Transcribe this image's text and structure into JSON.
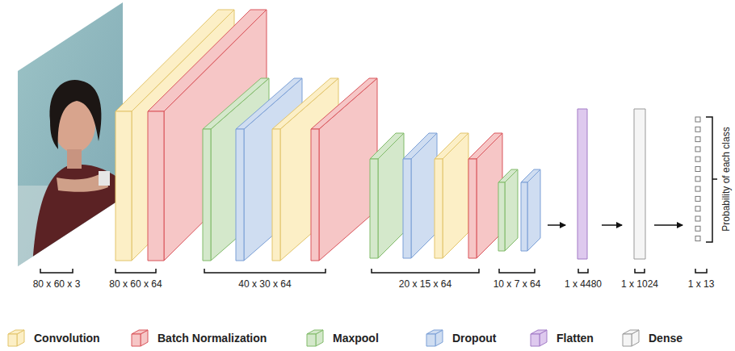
{
  "diagram": {
    "labels": [
      "80 x 60 x 3",
      "80 x 60 x 64",
      "40 x 30 x 64",
      "20 x 15 x 64",
      "10 x 7 x 64",
      "1 x 4480",
      "1 x 1024",
      "1 x 13",
      "Probability of each class"
    ],
    "legend": [
      {
        "text": "Convolution",
        "color": "#fcefc6"
      },
      {
        "text": "Batch Normalization",
        "color": "#f6c6c6"
      },
      {
        "text": "Maxpool",
        "color": "#d4e8cb"
      },
      {
        "text": "Dropout",
        "color": "#cfddf1"
      },
      {
        "text": "Flatten",
        "color": "#dec9ee"
      },
      {
        "text": "Dense",
        "color": "#f5f5f5"
      }
    ]
  }
}
